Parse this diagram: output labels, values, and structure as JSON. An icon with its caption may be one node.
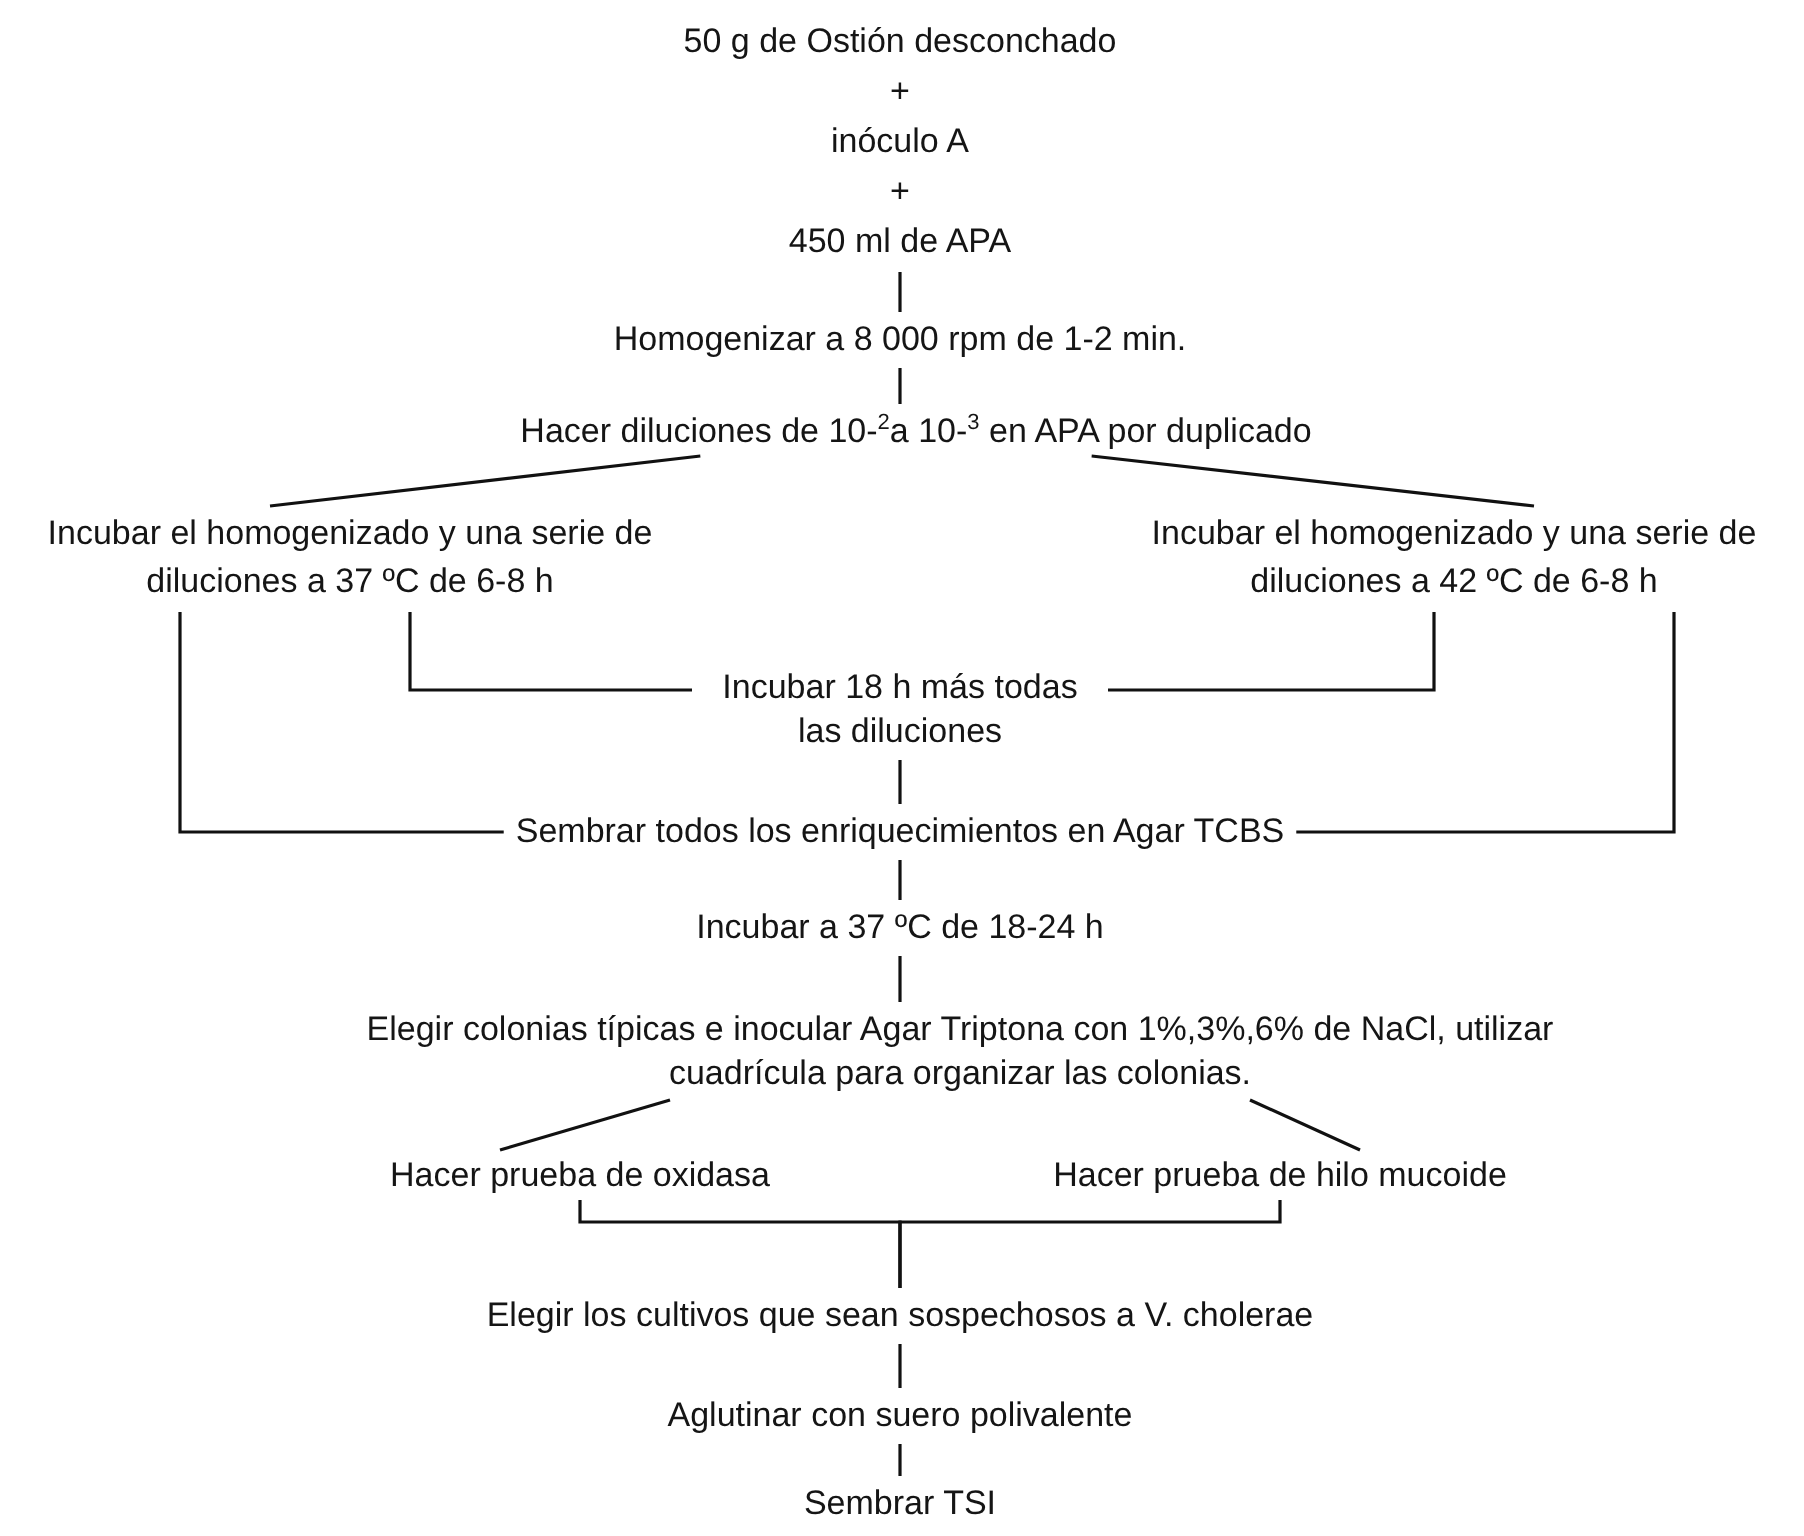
{
  "diagram": {
    "nodes": [
      {
        "text": [
          "50 g de Ostión desconchado",
          "+",
          "inóculo A",
          "+",
          "450 ml de APA"
        ]
      },
      {
        "text": [
          "Homogenizar a 8 000 rpm de 1-2 min."
        ]
      },
      {
        "text": [
          "Hacer diluciones de 10-$^{2}$a 10-$^{3}$ en APA por duplicado"
        ]
      },
      {
        "text": [
          "Incubar el homogenizado y una serie de diluciones a 37 ºC de 6-8 h"
        ]
      },
      {
        "text": [
          "Incubar el homogenizado y una serie de diluciones a 42 ºC de 6-8 h"
        ]
      },
      {
        "text": [
          "Incubar 18 h más todas las diluciones"
        ]
      },
      {
        "text": [
          "Sembrar todos los enriquecimientos en Agar TCBS"
        ]
      },
      {
        "text": [
          "Incubar a 37 ºC de 18-24 h"
        ]
      },
      {
        "text": [
          "Elegir colonias típicas e inocular Agar Triptona con 1%,3%,6% de NaCl, utilizar cuadrícula para organizar las colonias."
        ]
      },
      {
        "text": [
          "Hacer prueba de oxidasa"
        ]
      },
      {
        "text": [
          "Hacer prueba de hilo mucoide"
        ]
      },
      {
        "text": [
          "Elegir los cultivos que sean sospechosos a V. cholerae"
        ]
      },
      {
        "text": [
          "Aglutinar con suero polivalente"
        ]
      },
      {
        "text": [
          "Sembrar TSI"
        ]
      }
    ],
    "edges": [
      {
        "from": 0,
        "to": 1,
        "arrow": "none"
      },
      {
        "from": 1,
        "to": 2,
        "arrow": "none"
      },
      {
        "from": 2,
        "to": 3,
        "arrow": "none"
      },
      {
        "from": 2,
        "to": 4,
        "arrow": "none"
      },
      {
        "from": 3,
        "to": 5,
        "arrow": "none"
      },
      {
        "from": 4,
        "to": 5,
        "arrow": "none"
      },
      {
        "from": 3,
        "to": 6,
        "arrow": "none"
      },
      {
        "from": 4,
        "to": 6,
        "arrow": "none"
      },
      {
        "from": 5,
        "to": 6,
        "arrow": "none"
      },
      {
        "from": 6,
        "to": 7,
        "arrow": "none"
      },
      {
        "from": 7,
        "to": 8,
        "arrow": "none"
      },
      {
        "from": 8,
        "to": 9,
        "arrow": "none"
      },
      {
        "from": 8,
        "to": 10,
        "arrow": "none"
      },
      {
        "from": 9,
        "to": 11,
        "arrow": "none"
      },
      {
        "from": 10,
        "to": 11,
        "arrow": "none"
      },
      {
        "from": 11,
        "to": 12,
        "arrow": "none"
      },
      {
        "from": 12,
        "to": 13,
        "arrow": "none"
      }
    ]
  }
}
